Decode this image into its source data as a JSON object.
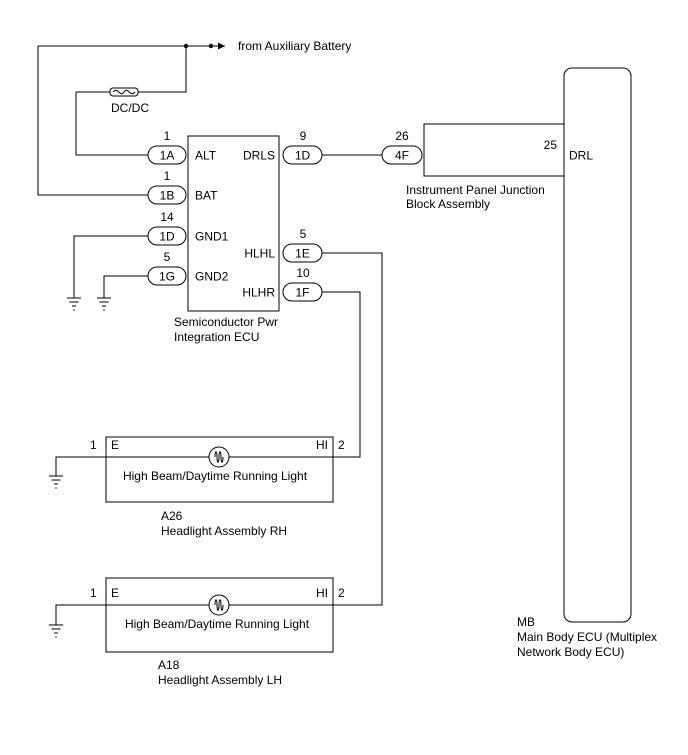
{
  "source": {
    "label": "from Auxiliary Battery"
  },
  "fuse": {
    "label": "DC/DC"
  },
  "spi_ecu": {
    "name": [
      "Semiconductor Pwr",
      "Integration ECU"
    ],
    "pins": [
      {
        "num": "1",
        "conn": "1A",
        "name": "ALT"
      },
      {
        "num": "1",
        "conn": "1B",
        "name": "BAT"
      },
      {
        "num": "14",
        "conn": "1D",
        "name": "GND1"
      },
      {
        "num": "5",
        "conn": "1G",
        "name": "GND2"
      },
      {
        "num": "9",
        "conn": "1D",
        "name": "DRLS"
      },
      {
        "num": "5",
        "conn": "1E",
        "name": "HLHL"
      },
      {
        "num": "10",
        "conn": "1F",
        "name": "HLHR"
      }
    ]
  },
  "junction_block": {
    "name": [
      "Instrument Panel Junction",
      "Block Assembly"
    ],
    "in_pin": {
      "num": "26",
      "conn": "4F"
    },
    "out_pin": "25"
  },
  "main_body_ecu": {
    "code": "MB",
    "name": [
      "Main Body ECU (Multiplex",
      "Network Body ECU)"
    ],
    "pin": "DRL"
  },
  "headlight_rh": {
    "code": "A26",
    "name": "Headlight Assembly RH",
    "light": "High Beam/Daytime Running Light",
    "left": {
      "num": "1",
      "name": "E"
    },
    "right": {
      "num": "2",
      "name": "HI"
    }
  },
  "headlight_lh": {
    "code": "A18",
    "name": "Headlight Assembly LH",
    "light": "High Beam/Daytime Running Light",
    "left": {
      "num": "1",
      "name": "E"
    },
    "right": {
      "num": "2",
      "name": "HI"
    }
  }
}
